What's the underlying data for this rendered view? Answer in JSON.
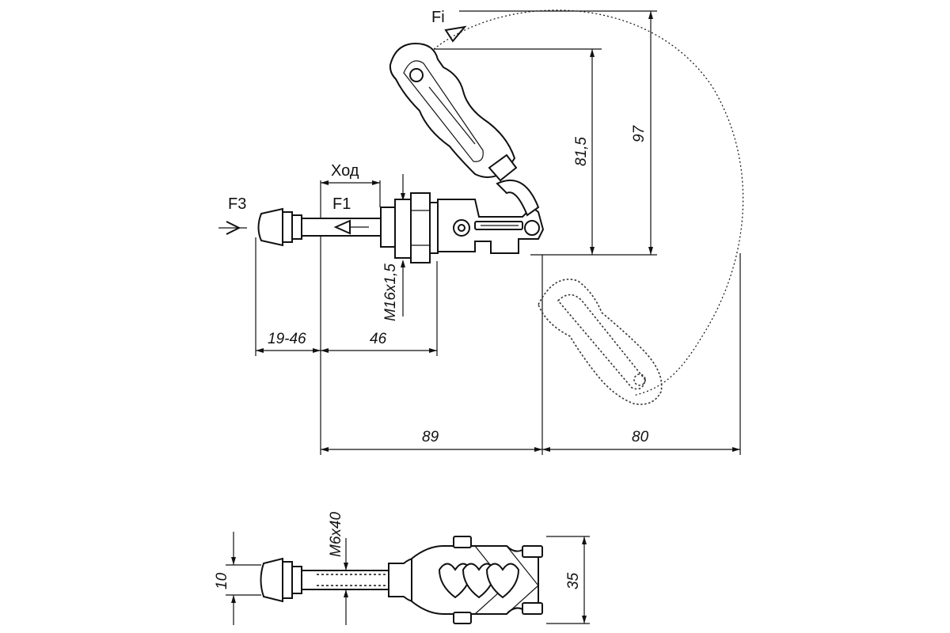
{
  "labels": {
    "fi": "Fi",
    "hod": "Ход",
    "f3": "F3",
    "f1": "F1",
    "thread_main": "M16x1,5",
    "thread_small": "M6x40"
  },
  "dimensions": {
    "d_19_46": "19-46",
    "d_46": "46",
    "d_89": "89",
    "d_80": "80",
    "d_81_5": "81,5",
    "d_97": "97",
    "d_10": "10",
    "d_35": "35"
  }
}
